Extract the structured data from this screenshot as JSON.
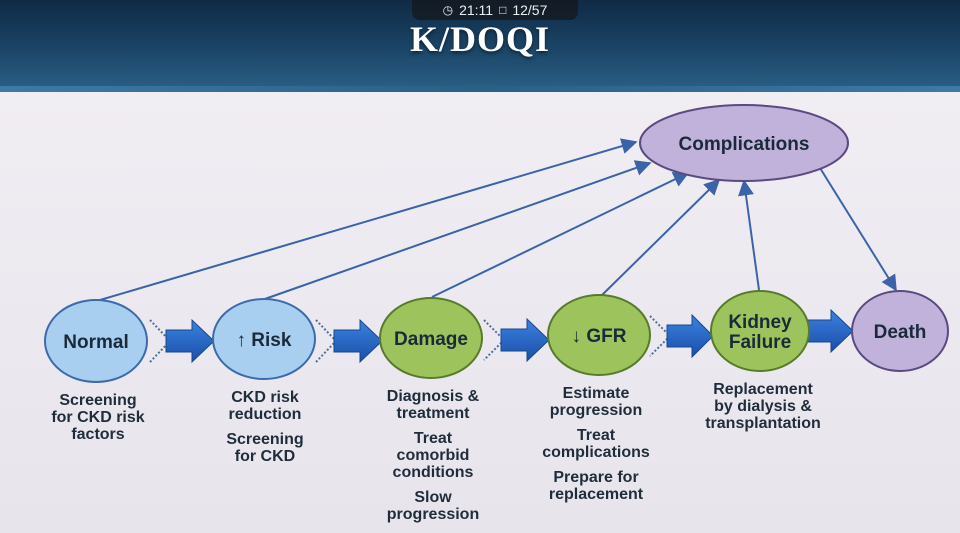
{
  "status": {
    "time": "21:11",
    "slide": "12/57"
  },
  "title": "K/DOQI",
  "nodes": {
    "normal": "Normal",
    "risk": "↑ Risk",
    "damage": "Damage",
    "gfr": "↓ GFR",
    "kidney_failure_1": "Kidney",
    "kidney_failure_2": "Failure",
    "death": "Death",
    "complications": "Complications"
  },
  "captions": {
    "normal": [
      "Screening",
      "for CKD risk",
      "factors"
    ],
    "risk": [
      "CKD risk",
      "reduction",
      "Screening",
      "for CKD"
    ],
    "damage": [
      "Diagnosis &",
      "treatment",
      "Treat",
      "comorbid",
      "conditions",
      "Slow",
      "progression"
    ],
    "gfr": [
      "Estimate",
      "progression",
      "Treat",
      "complications",
      "Prepare for",
      "replacement"
    ],
    "kidney_failure": [
      "Replacement",
      "by dialysis &",
      "transplantation"
    ]
  },
  "colors": {
    "stage_blue": "#a9cff0",
    "stage_green": "#9dc45c",
    "stage_purple": "#c1b2db",
    "arrow_blue": "#1f62c2",
    "line_blue": "#3a63a8"
  }
}
